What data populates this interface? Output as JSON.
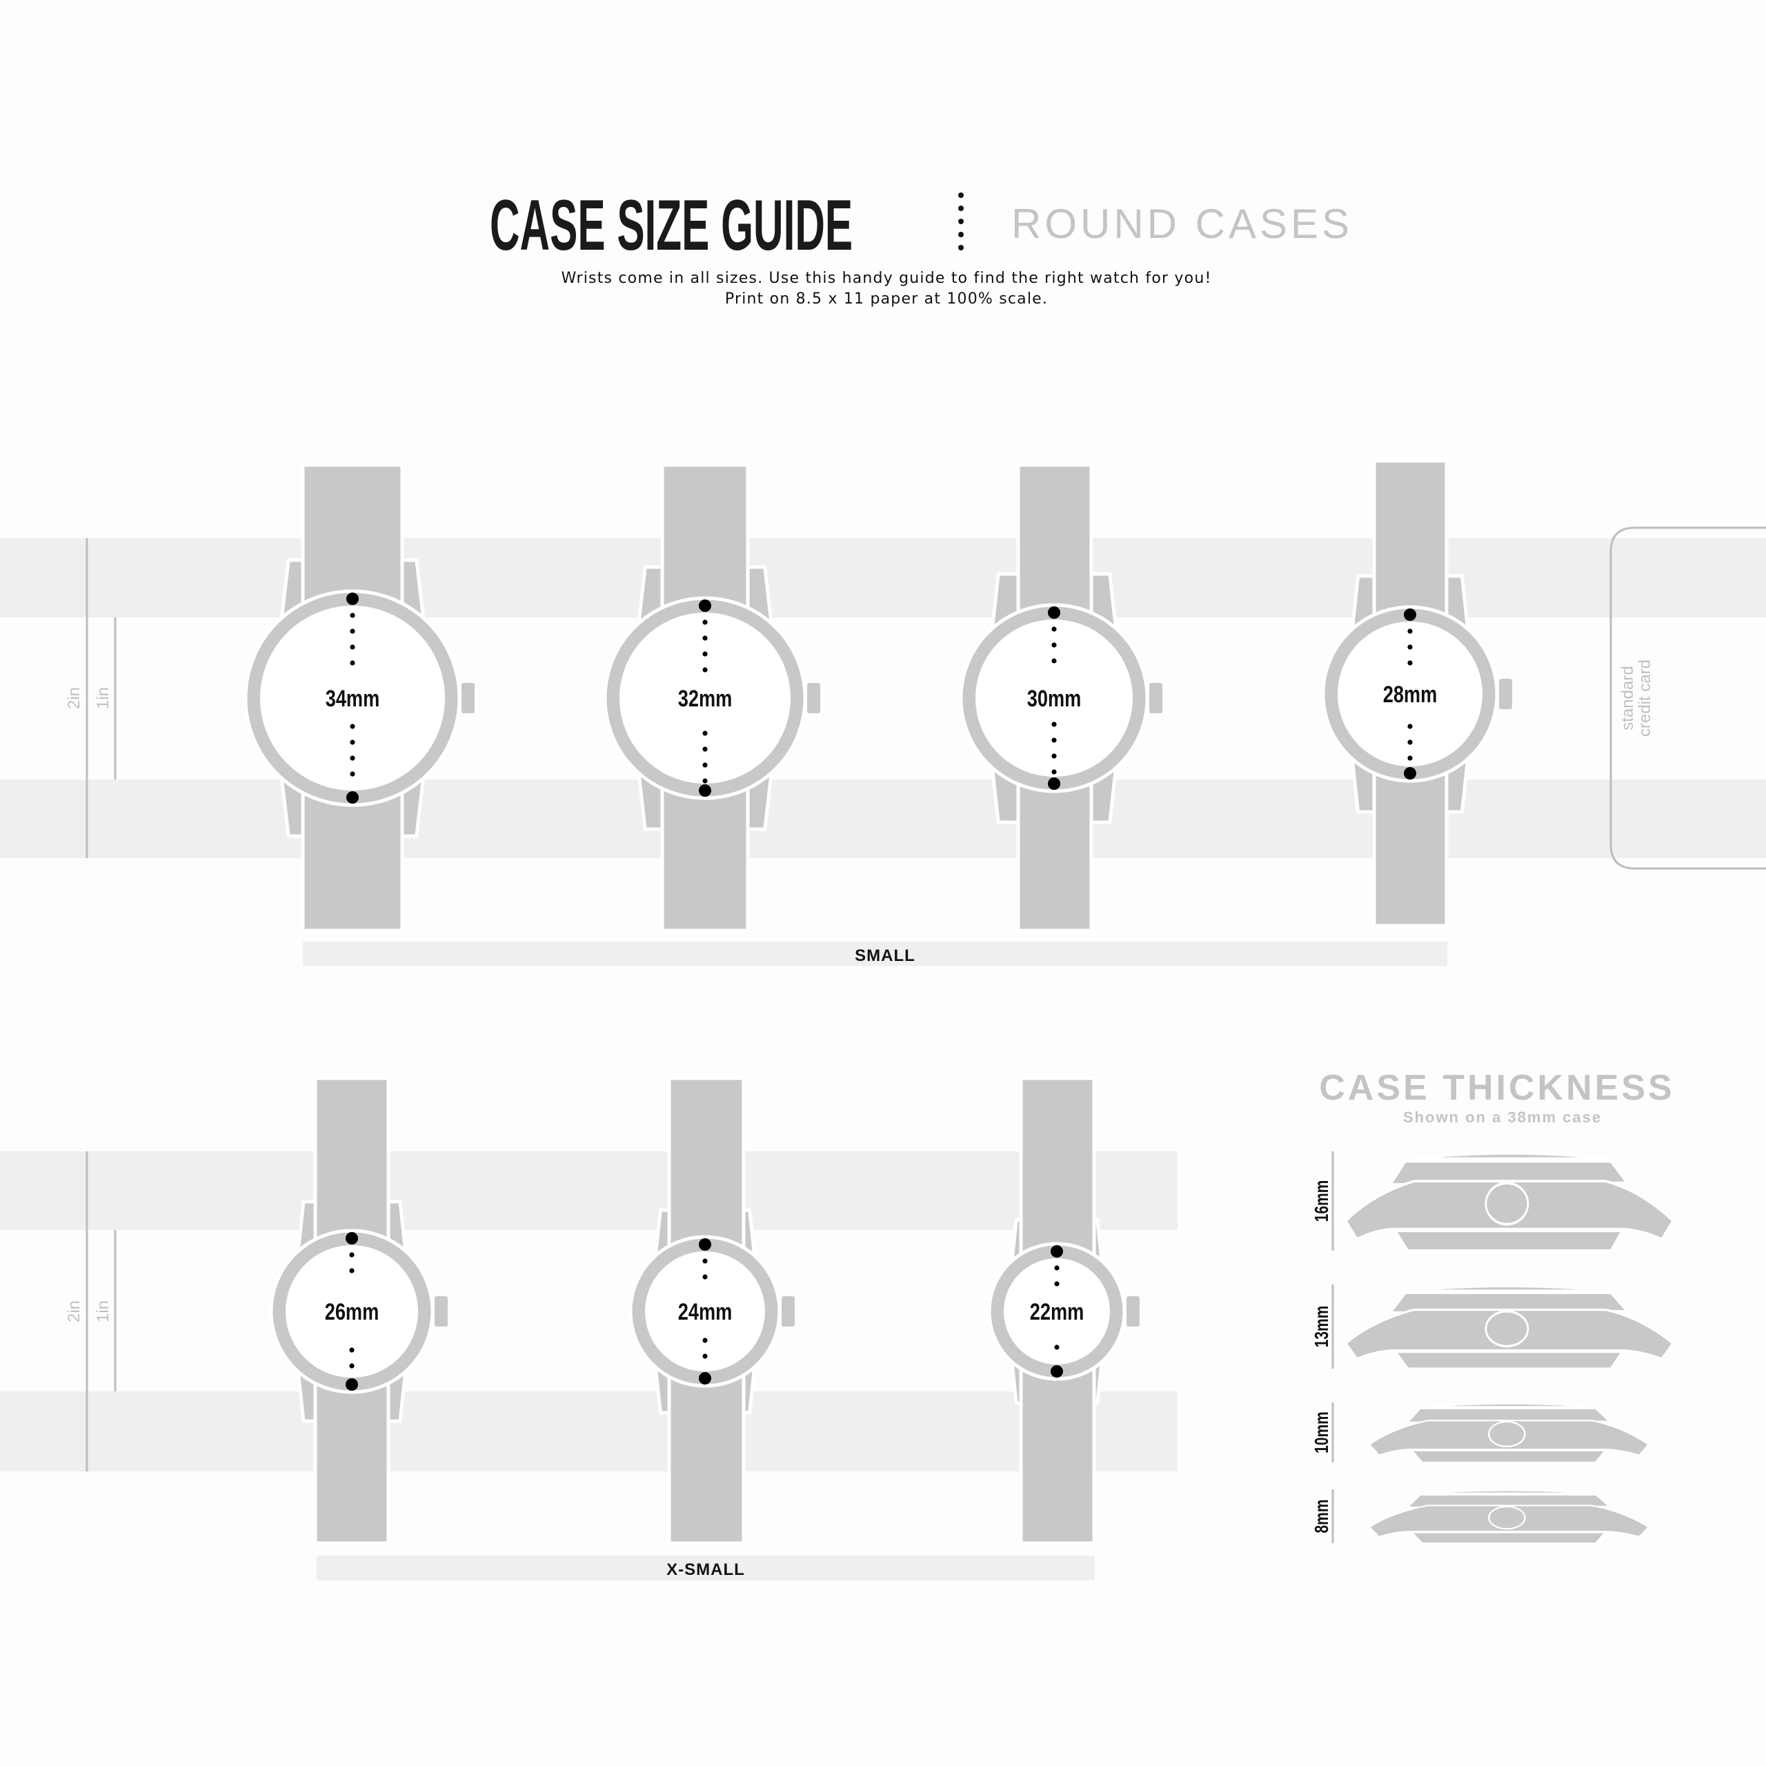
{
  "header": {
    "title": "CASE SIZE GUIDE",
    "subtitle": "ROUND CASES",
    "line1": "Wrists come in all sizes. Use this handy guide to find the right watch for you!",
    "line2": "Print on 8.5 x 11 paper at 100% scale."
  },
  "scale": {
    "two_inch": "2in",
    "one_inch": "1in"
  },
  "credit_card": {
    "line1": "standard",
    "line2": "credit card"
  },
  "rows": [
    {
      "label": "SMALL",
      "watches": [
        "34mm",
        "32mm",
        "30mm",
        "28mm"
      ]
    },
    {
      "label": "X-SMALL",
      "watches": [
        "26mm",
        "24mm",
        "22mm"
      ]
    }
  ],
  "thickness": {
    "title": "CASE THICKNESS",
    "subtitle": "Shown on a 38mm case",
    "items": [
      "16mm",
      "13mm",
      "10mm",
      "8mm"
    ]
  },
  "colors": {
    "shape": "#c8c8c8",
    "band": "#efefef",
    "scale_line": "#bdbdbd",
    "text": "#1a1a1a",
    "muted": "#c4c4c4"
  }
}
